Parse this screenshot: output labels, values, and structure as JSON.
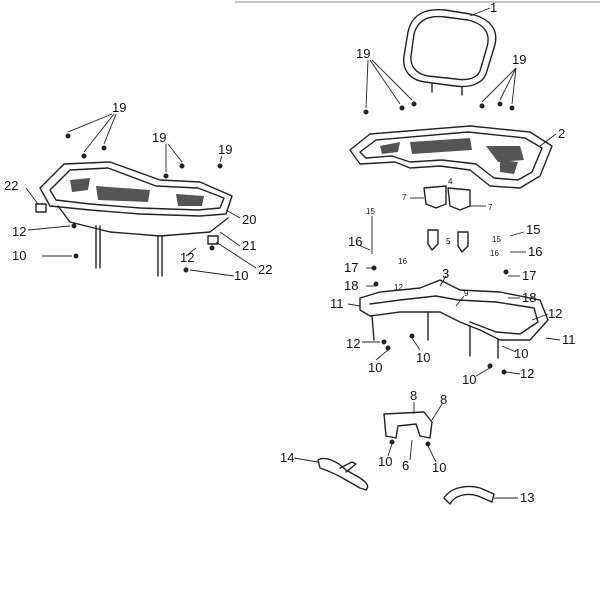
{
  "diagram": {
    "callouts": [
      {
        "id": "c1",
        "label": "1"
      },
      {
        "id": "c2",
        "label": "2"
      },
      {
        "id": "c3",
        "label": "3"
      },
      {
        "id": "c4",
        "label": "4"
      },
      {
        "id": "c5",
        "label": "5"
      },
      {
        "id": "c6",
        "label": "6"
      },
      {
        "id": "c7a",
        "label": "7"
      },
      {
        "id": "c7b",
        "label": "7"
      },
      {
        "id": "c8a",
        "label": "8"
      },
      {
        "id": "c8b",
        "label": "8"
      },
      {
        "id": "c9",
        "label": "9"
      },
      {
        "id": "c10a",
        "label": "10"
      },
      {
        "id": "c10b",
        "label": "10"
      },
      {
        "id": "c10c",
        "label": "10"
      },
      {
        "id": "c10d",
        "label": "10"
      },
      {
        "id": "c10e",
        "label": "10"
      },
      {
        "id": "c10f",
        "label": "10"
      },
      {
        "id": "c10g",
        "label": "10"
      },
      {
        "id": "c10h",
        "label": "10"
      },
      {
        "id": "c11a",
        "label": "11"
      },
      {
        "id": "c11b",
        "label": "11"
      },
      {
        "id": "c12a",
        "label": "12"
      },
      {
        "id": "c12b",
        "label": "12"
      },
      {
        "id": "c12c",
        "label": "12"
      },
      {
        "id": "c12d",
        "label": "12"
      },
      {
        "id": "c12e",
        "label": "12"
      },
      {
        "id": "c12f",
        "label": "12"
      },
      {
        "id": "c13",
        "label": "13"
      },
      {
        "id": "c14",
        "label": "14"
      },
      {
        "id": "c15a",
        "label": "15"
      },
      {
        "id": "c15b",
        "label": "15"
      },
      {
        "id": "c15c",
        "label": "15"
      },
      {
        "id": "c16a",
        "label": "16"
      },
      {
        "id": "c16b",
        "label": "16"
      },
      {
        "id": "c16c",
        "label": "16"
      },
      {
        "id": "c16d",
        "label": "16"
      },
      {
        "id": "c17a",
        "label": "17"
      },
      {
        "id": "c17b",
        "label": "17"
      },
      {
        "id": "c18a",
        "label": "18"
      },
      {
        "id": "c18b",
        "label": "18"
      },
      {
        "id": "c19a",
        "label": "19"
      },
      {
        "id": "c19b",
        "label": "19"
      },
      {
        "id": "c19c",
        "label": "19"
      },
      {
        "id": "c19d",
        "label": "19"
      },
      {
        "id": "c19e",
        "label": "19"
      },
      {
        "id": "c20",
        "label": "20"
      },
      {
        "id": "c21",
        "label": "21"
      },
      {
        "id": "c22a",
        "label": "22"
      },
      {
        "id": "c22b",
        "label": "22"
      }
    ]
  }
}
